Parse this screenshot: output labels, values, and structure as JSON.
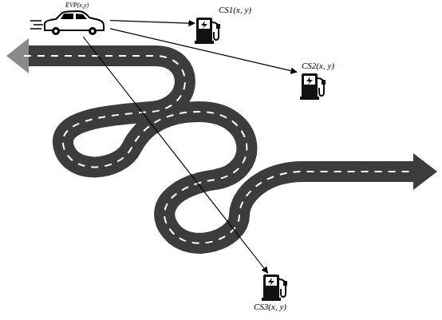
{
  "diagram": {
    "nodes": [
      {
        "text": [
          "EVP(x,y)"
        ]
      },
      {
        "text": [
          "CS1(x, y)"
        ]
      },
      {
        "text": [
          "CS2(x, y)"
        ]
      },
      {
        "text": [
          "CS3(x, y)"
        ]
      }
    ],
    "edges": [
      {
        "from": 0,
        "to": 1,
        "arrow": "to"
      },
      {
        "from": 0,
        "to": 2,
        "arrow": "to"
      },
      {
        "from": 0,
        "to": 3,
        "arrow": "to"
      }
    ]
  }
}
